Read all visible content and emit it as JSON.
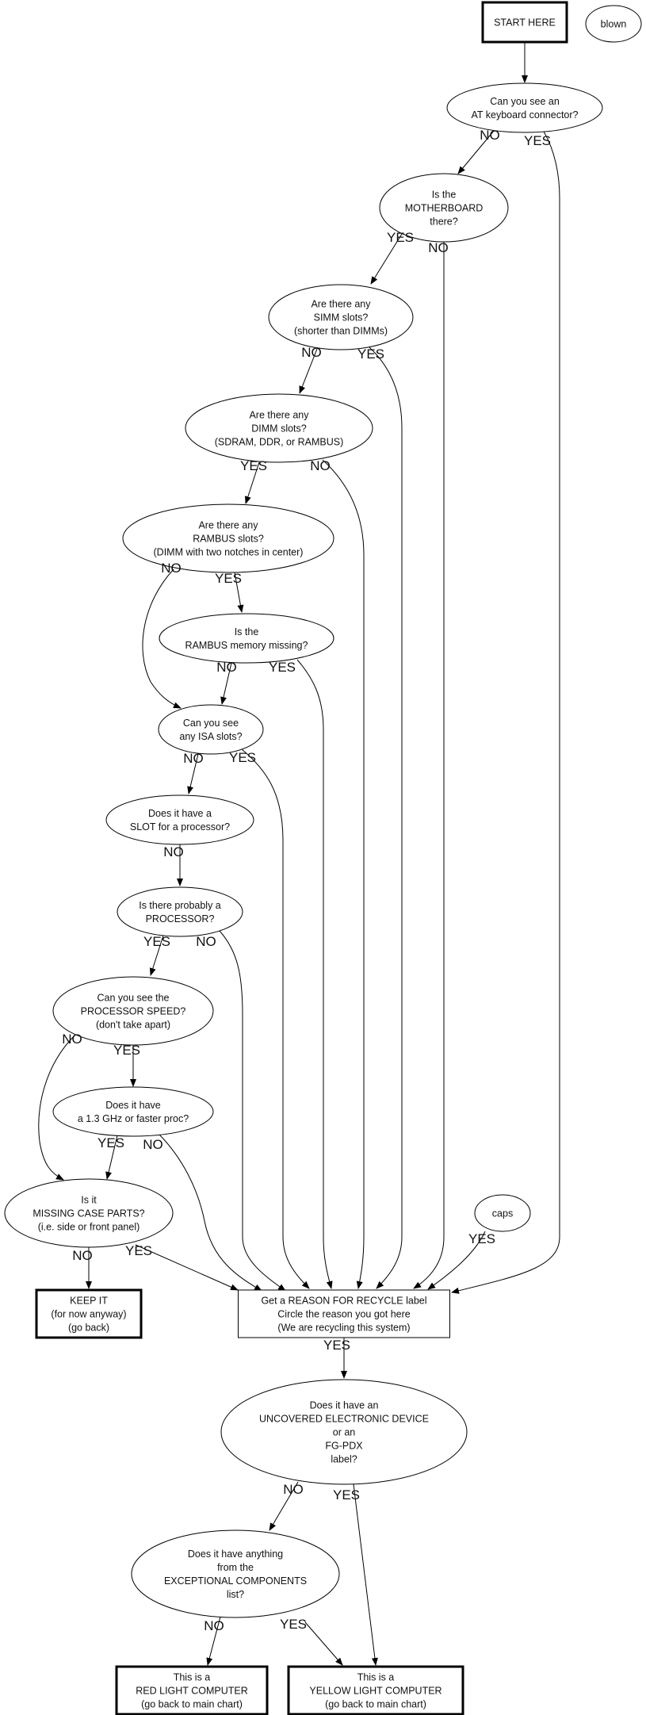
{
  "diagram": {
    "nodes": [
      {
        "id": "start",
        "shape": "box-bold",
        "lines": [
          "START HERE"
        ]
      },
      {
        "id": "blown",
        "shape": "ellipse",
        "lines": [
          "blown"
        ]
      },
      {
        "id": "at_kbd",
        "shape": "ellipse",
        "lines": [
          "Can you see an",
          "AT keyboard connector?"
        ]
      },
      {
        "id": "mobo",
        "shape": "ellipse",
        "lines": [
          "Is the",
          "MOTHERBOARD",
          "there?"
        ]
      },
      {
        "id": "simm",
        "shape": "ellipse",
        "lines": [
          "Are there any",
          "SIMM slots?",
          "(shorter than DIMMs)"
        ]
      },
      {
        "id": "dimm",
        "shape": "ellipse",
        "lines": [
          "Are there any",
          "DIMM slots?",
          "(SDRAM, DDR, or RAMBUS)"
        ]
      },
      {
        "id": "rambus_slots",
        "shape": "ellipse",
        "lines": [
          "Are there any",
          "RAMBUS slots?",
          "(DIMM with two notches in center)"
        ]
      },
      {
        "id": "rambus_missing",
        "shape": "ellipse",
        "lines": [
          "Is the",
          "RAMBUS memory missing?"
        ]
      },
      {
        "id": "isa",
        "shape": "ellipse",
        "lines": [
          "Can you see",
          "any ISA slots?"
        ]
      },
      {
        "id": "slot_proc",
        "shape": "ellipse",
        "lines": [
          "Does it have a",
          "SLOT for a processor?"
        ]
      },
      {
        "id": "proc_present",
        "shape": "ellipse",
        "lines": [
          "Is there probably a",
          "PROCESSOR?"
        ]
      },
      {
        "id": "proc_speed",
        "shape": "ellipse",
        "lines": [
          "Can you see the",
          "PROCESSOR SPEED?",
          "(don't take apart)"
        ]
      },
      {
        "id": "ghz",
        "shape": "ellipse",
        "lines": [
          "Does it have",
          "a 1.3 GHz or faster proc?"
        ]
      },
      {
        "id": "case_parts",
        "shape": "ellipse",
        "lines": [
          "Is it",
          "MISSING CASE PARTS?",
          "(i.e. side or front panel)"
        ]
      },
      {
        "id": "keep",
        "shape": "box-bold",
        "lines": [
          "KEEP IT",
          "(for now anyway)",
          "(go back)"
        ]
      },
      {
        "id": "caps",
        "shape": "ellipse",
        "lines": [
          "caps"
        ]
      },
      {
        "id": "recycle",
        "shape": "box",
        "lines": [
          "Get a REASON FOR RECYCLE label",
          "Circle the reason you got here",
          "(We are recycling this system)"
        ]
      },
      {
        "id": "uncovered",
        "shape": "ellipse",
        "lines": [
          "Does it have an",
          "UNCOVERED ELECTRONIC DEVICE",
          "or an",
          "FG-PDX",
          "label?"
        ]
      },
      {
        "id": "exceptional",
        "shape": "ellipse",
        "lines": [
          "Does it have anything",
          "from the",
          "EXCEPTIONAL COMPONENTS",
          "list?"
        ]
      },
      {
        "id": "red",
        "shape": "box-bold",
        "lines": [
          "This is a",
          "RED LIGHT COMPUTER",
          "(go back to main chart)"
        ]
      },
      {
        "id": "yellow",
        "shape": "box-bold",
        "lines": [
          "This is a",
          "YELLOW LIGHT COMPUTER",
          "(go back to main chart)"
        ]
      }
    ],
    "edges": [
      {
        "from": "start",
        "to": "at_kbd",
        "label": ""
      },
      {
        "from": "at_kbd",
        "to": "mobo",
        "label": "NO"
      },
      {
        "from": "at_kbd",
        "to": "recycle",
        "label": "YES"
      },
      {
        "from": "mobo",
        "to": "simm",
        "label": "YES"
      },
      {
        "from": "mobo",
        "to": "recycle",
        "label": "NO"
      },
      {
        "from": "simm",
        "to": "dimm",
        "label": "NO"
      },
      {
        "from": "simm",
        "to": "recycle",
        "label": "YES"
      },
      {
        "from": "dimm",
        "to": "rambus_slots",
        "label": "YES"
      },
      {
        "from": "dimm",
        "to": "recycle",
        "label": "NO"
      },
      {
        "from": "rambus_slots",
        "to": "isa",
        "label": "NO"
      },
      {
        "from": "rambus_slots",
        "to": "rambus_missing",
        "label": "YES"
      },
      {
        "from": "rambus_missing",
        "to": "isa",
        "label": "NO"
      },
      {
        "from": "rambus_missing",
        "to": "recycle",
        "label": "YES"
      },
      {
        "from": "isa",
        "to": "slot_proc",
        "label": "NO"
      },
      {
        "from": "isa",
        "to": "recycle",
        "label": "YES"
      },
      {
        "from": "slot_proc",
        "to": "proc_present",
        "label": "NO"
      },
      {
        "from": "proc_present",
        "to": "proc_speed",
        "label": "YES"
      },
      {
        "from": "proc_present",
        "to": "recycle",
        "label": "NO"
      },
      {
        "from": "proc_speed",
        "to": "case_parts",
        "label": "NO"
      },
      {
        "from": "proc_speed",
        "to": "ghz",
        "label": "YES"
      },
      {
        "from": "ghz",
        "to": "case_parts",
        "label": "YES"
      },
      {
        "from": "ghz",
        "to": "recycle",
        "label": "NO"
      },
      {
        "from": "case_parts",
        "to": "keep",
        "label": "NO"
      },
      {
        "from": "case_parts",
        "to": "recycle",
        "label": "YES"
      },
      {
        "from": "caps",
        "to": "recycle",
        "label": "YES"
      },
      {
        "from": "recycle",
        "to": "uncovered",
        "label": "YES"
      },
      {
        "from": "uncovered",
        "to": "exceptional",
        "label": "NO"
      },
      {
        "from": "uncovered",
        "to": "yellow",
        "label": "YES"
      },
      {
        "from": "exceptional",
        "to": "red",
        "label": "NO"
      },
      {
        "from": "exceptional",
        "to": "yellow",
        "label": "YES"
      }
    ]
  }
}
